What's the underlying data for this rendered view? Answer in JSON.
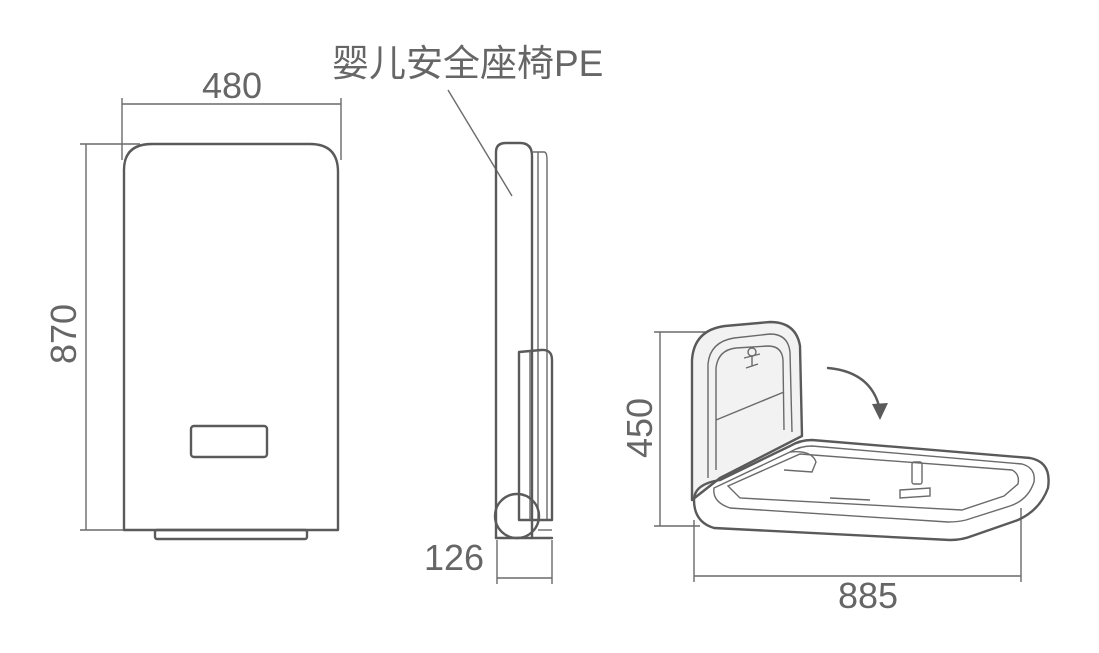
{
  "title_label": "婴儿安全座椅PE",
  "dimensions": {
    "width": "480",
    "height": "870",
    "depth": "126",
    "open_height": "450",
    "open_length": "885"
  },
  "icons": [
    "rotation-arrow-icon",
    "baby-icon"
  ]
}
